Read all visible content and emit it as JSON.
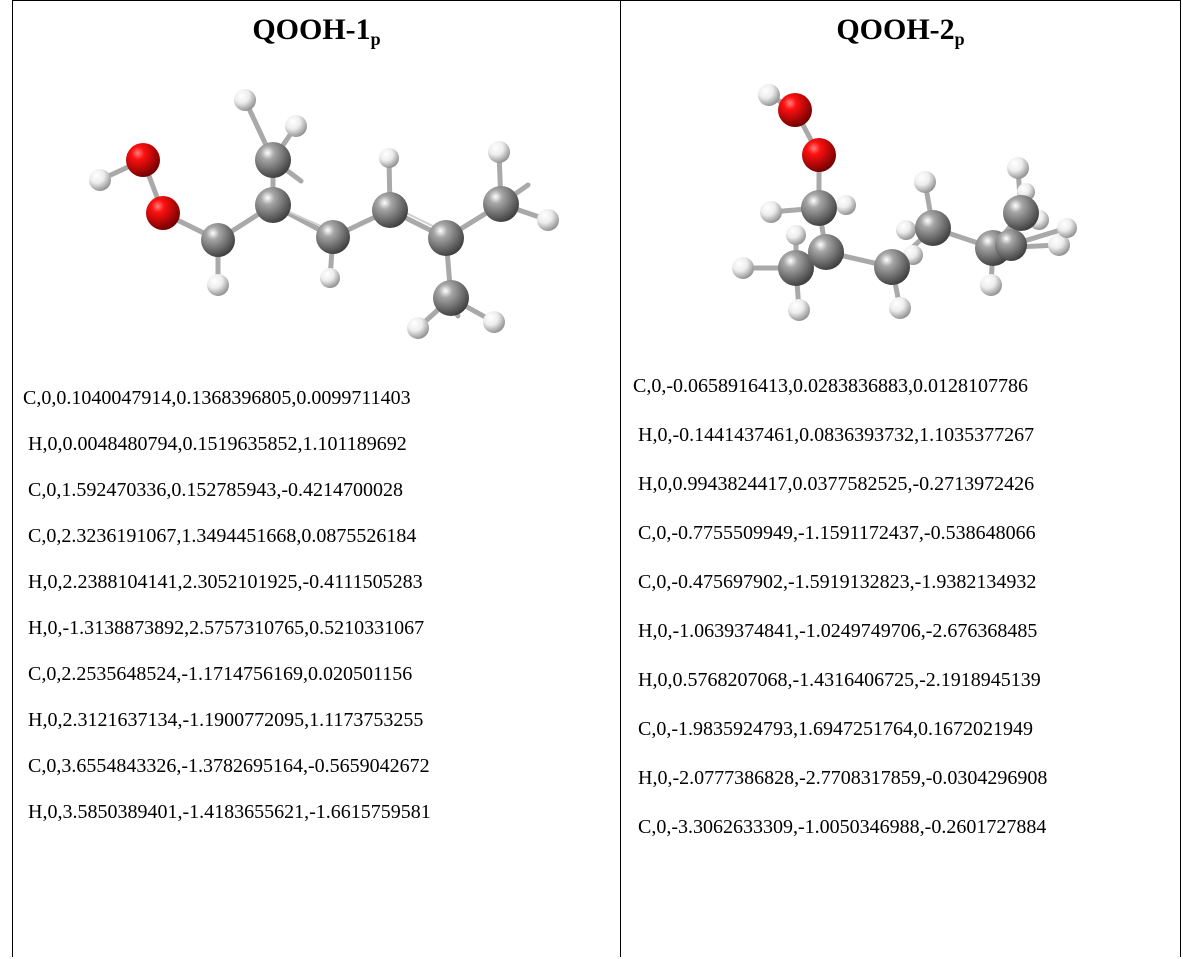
{
  "panels": [
    {
      "title_main": "QOOH-1",
      "title_sub": "p",
      "molecule_icon": "molecule-ball-and-stick-icon",
      "coordinates": [
        "C,0,0.1040047914,0.1368396805,0.0099711403",
        "H,0,0.0048480794,0.1519635852,1.101189692",
        "C,0,1.592470336,0.152785943,-0.4214700028",
        "C,0,2.3236191067,1.3494451668,0.0875526184",
        "H,0,2.2388104141,2.3052101925,-0.4111505283",
        "H,0,-1.3138873892,2.5757310765,0.5210331067",
        "C,0,2.2535648524,-1.1714756169,0.020501156",
        "H,0,2.3121637134,-1.1900772095,1.1173753255",
        "C,0,3.6554843326,-1.3782695164,-0.5659042672",
        "H,0,3.5850389401,-1.4183655621,-1.6615759581"
      ]
    },
    {
      "title_main": "QOOH-2",
      "title_sub": "p",
      "molecule_icon": "molecule-ball-and-stick-icon",
      "coordinates": [
        "C,0,-0.0658916413,0.0283836883,0.0128107786",
        "H,0,-0.1441437461,0.0836393732,1.1035377267",
        "H,0,0.9943824417,0.0377582525,-0.2713972426",
        "C,0,-0.7755509949,-1.1591172437,-0.538648066",
        "C,0,-0.475697902,-1.5919132823,-1.9382134932",
        "H,0,-1.0639374841,-1.0249749706,-2.676368485",
        "H,0,0.5768207068,-1.4316406725,-2.1918945139",
        "C,0,-1.9835924793,1.6947251764,0.1672021949",
        "H,0,-2.0777386828,-2.7708317859,-0.0304296908",
        "C,0,-3.3062633309,-1.0050346988,-0.2601727884"
      ]
    }
  ],
  "colors": {
    "oxygen": "#e8000f",
    "carbon": "#8c8c8c",
    "hydrogen": "#e6e6e6",
    "bond": "#b0b0b0"
  }
}
